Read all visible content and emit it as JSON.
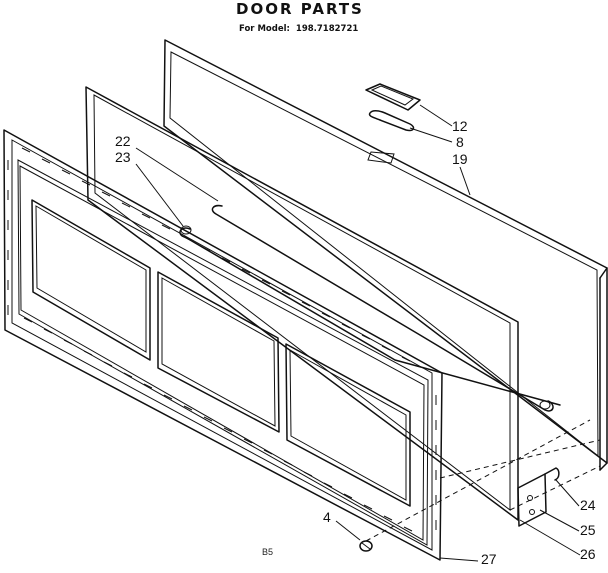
{
  "title": "DOOR PARTS",
  "model_label": "For Model:",
  "model_number": "198.7182721",
  "callouts": {
    "c12": "12",
    "c8": "8",
    "c19": "19",
    "c22": "22",
    "c23": "23",
    "c24": "24",
    "c25": "25",
    "c26": "26",
    "c4": "4",
    "c27": "27"
  },
  "page_code": "B5"
}
